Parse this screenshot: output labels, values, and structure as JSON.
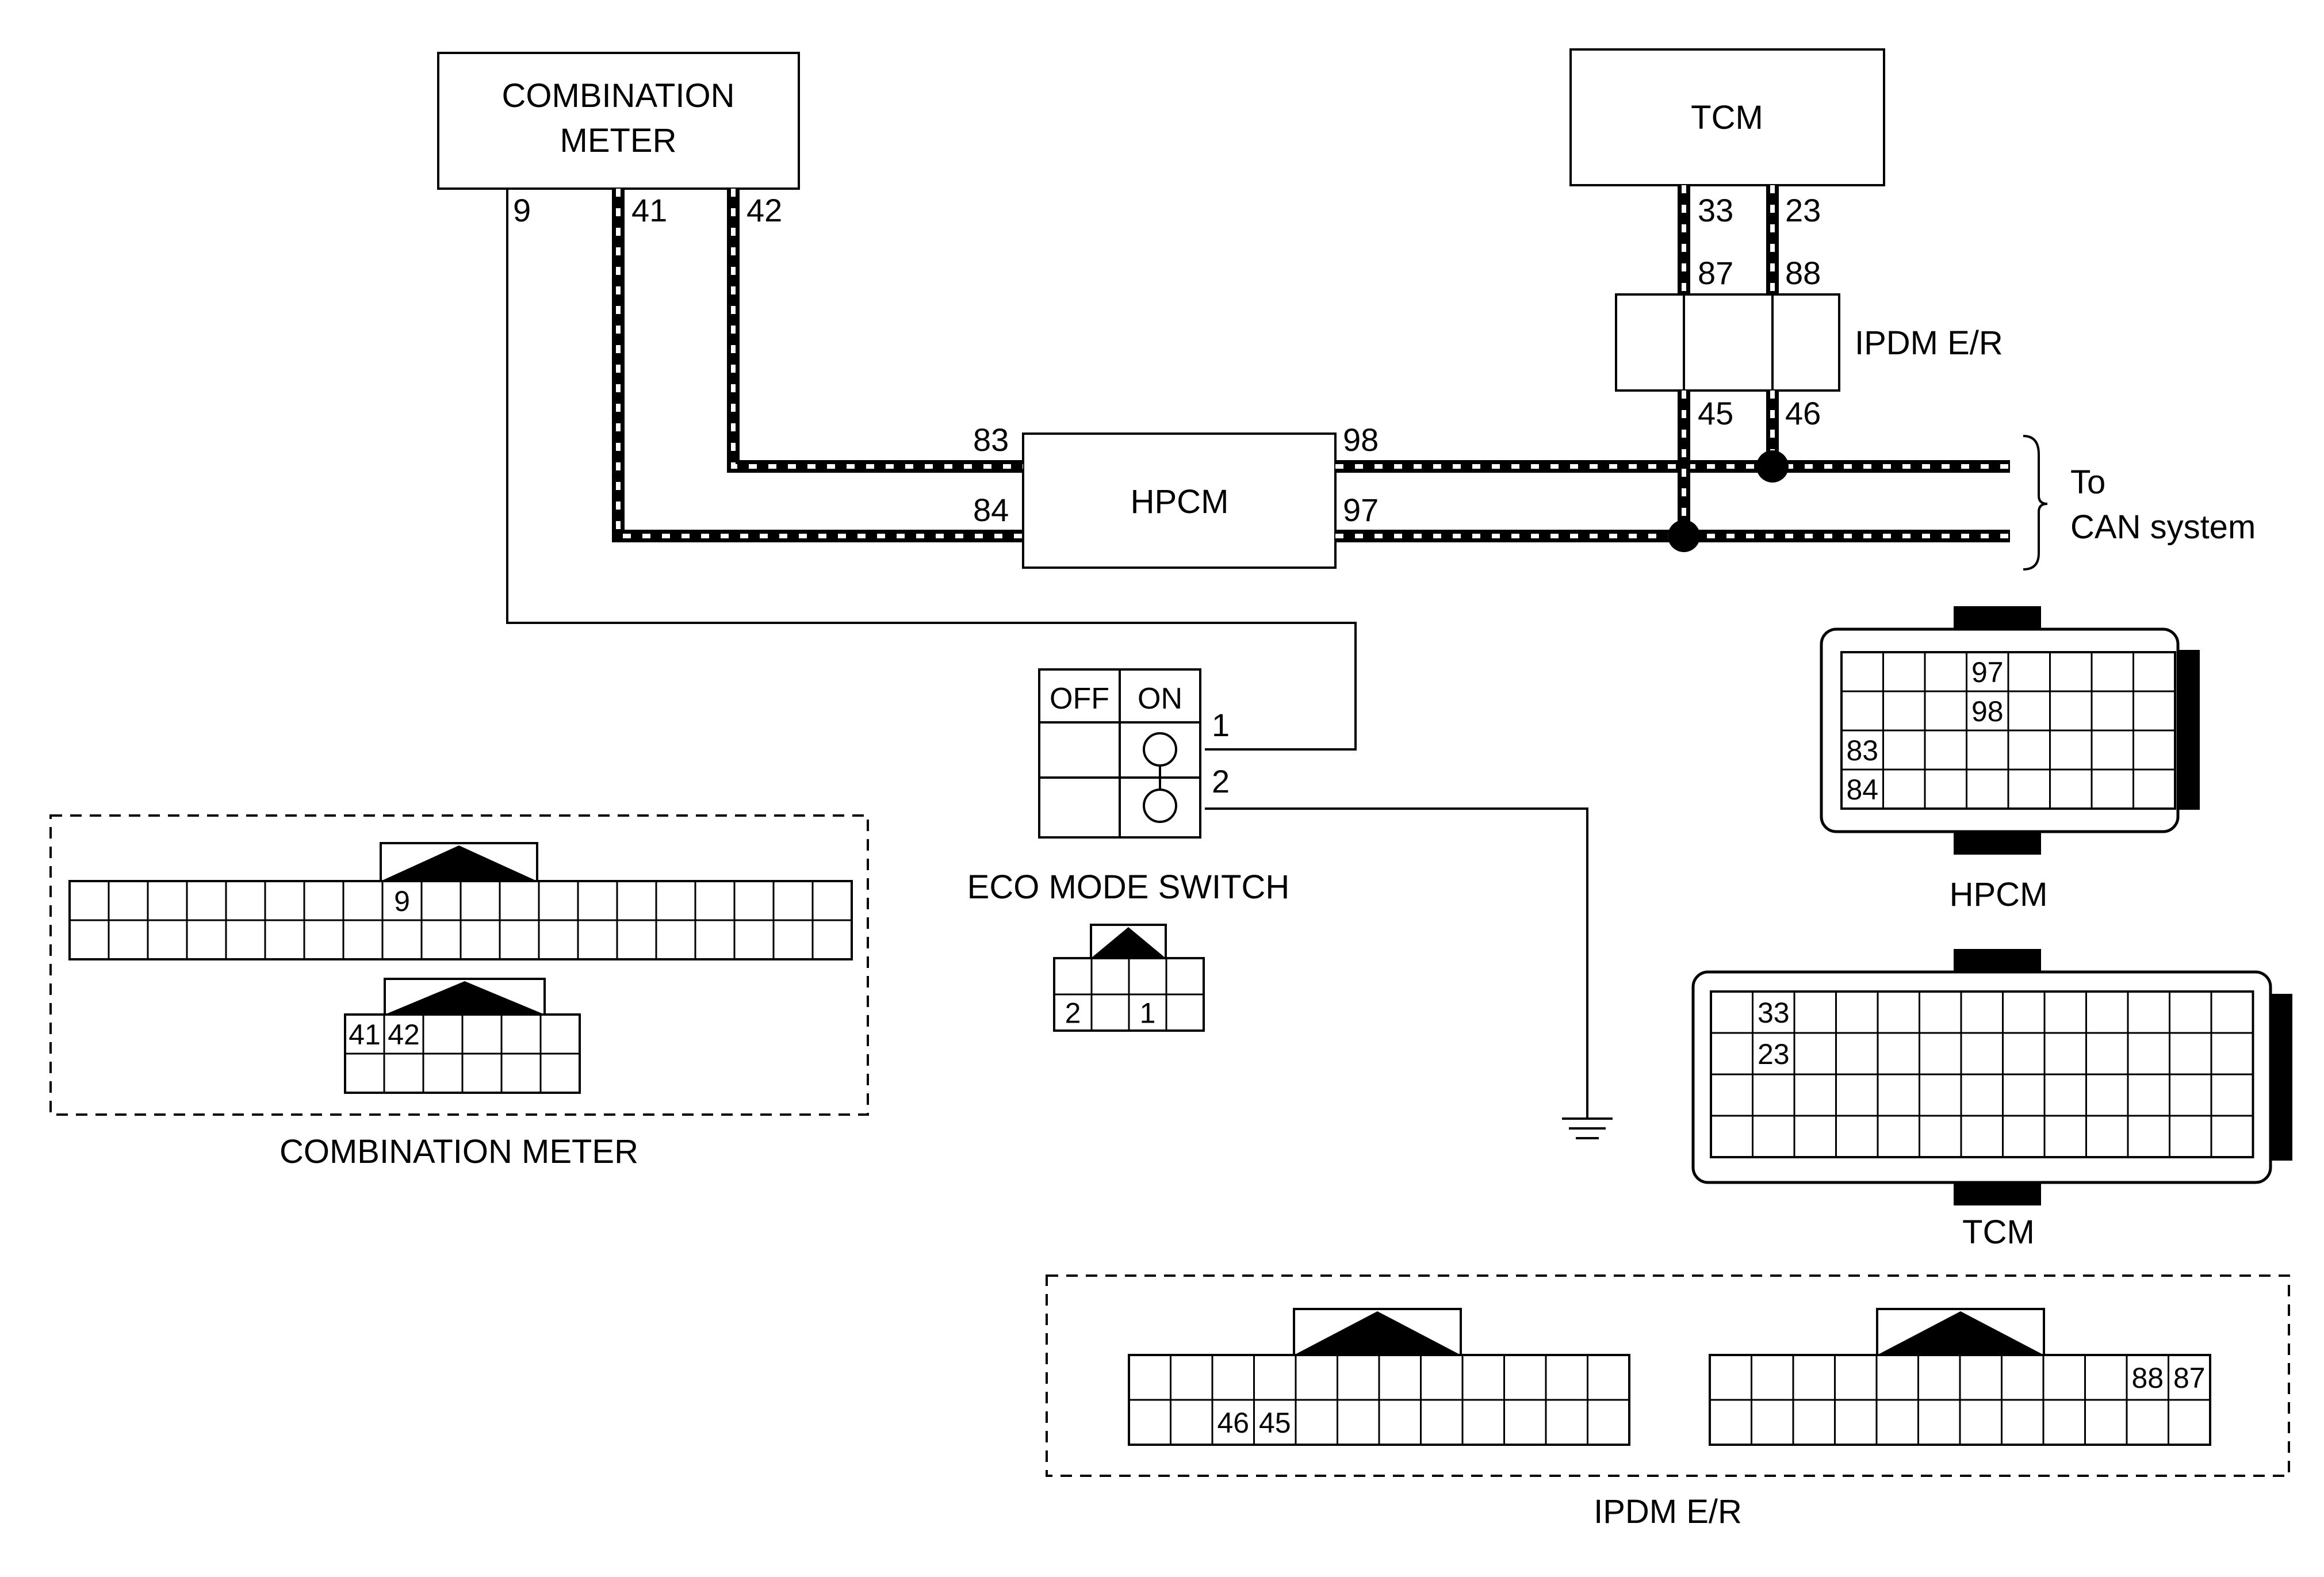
{
  "components": {
    "combination_meter": {
      "lines": [
        "COMBINATION",
        "METER"
      ],
      "pins": [
        "9",
        "41",
        "42"
      ],
      "connector_label": "COMBINATION METER"
    },
    "tcm": {
      "label": "TCM",
      "pins": [
        "33",
        "23"
      ],
      "connector_label": "TCM"
    },
    "ipdm": {
      "label": "IPDM E/R",
      "pins_top": [
        "87",
        "88"
      ],
      "pins_bottom": [
        "45",
        "46"
      ],
      "connector_label": "IPDM E/R"
    },
    "hpcm": {
      "label": "HPCM",
      "pins_left": [
        "83",
        "84"
      ],
      "pins_right": [
        "98",
        "97"
      ],
      "connector_label": "HPCM"
    },
    "eco_switch": {
      "label": "ECO MODE SWITCH",
      "col_off": "OFF",
      "col_on": "ON",
      "pins": [
        "1",
        "2"
      ]
    },
    "can": {
      "lines": [
        "To",
        "CAN system"
      ]
    }
  },
  "connectors": {
    "meter_a_cells": [
      "9"
    ],
    "meter_b_cells": [
      "41",
      "42"
    ],
    "eco_cells": [
      "2",
      "1"
    ],
    "hpcm_cells": [
      "97",
      "98",
      "83",
      "84"
    ],
    "tcm_cells": [
      "33",
      "23"
    ],
    "ipdm_a_cells": [
      "46",
      "45"
    ],
    "ipdm_b_cells": [
      "88",
      "87"
    ]
  },
  "colors": {
    "ink": "#000000",
    "paper": "#ffffff"
  }
}
